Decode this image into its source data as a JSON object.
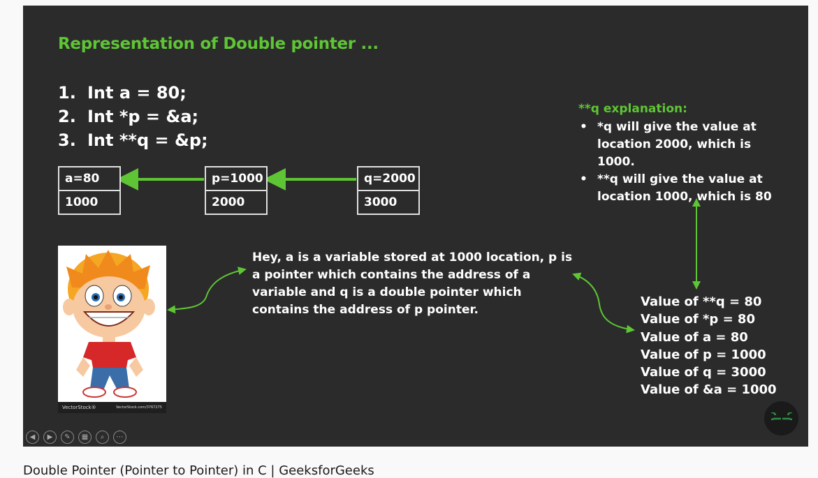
{
  "slide": {
    "title": "Representation of Double pointer ...",
    "code": [
      {
        "num": "1.",
        "text": "Int a = 80;"
      },
      {
        "num": "2.",
        "text": "Int *p = &a;"
      },
      {
        "num": "3.",
        "text": "Int **q = &p;"
      }
    ],
    "boxes": {
      "a": {
        "value": "a=80",
        "address": "1000"
      },
      "p": {
        "value": "p=1000",
        "address": "2000"
      },
      "q": {
        "value": "q=2000",
        "address": "3000"
      }
    },
    "explanation": {
      "heading": "**q explanation:",
      "bullets": [
        "*q will give the value at location 2000, which is 1000.",
        "**q will give the value at location 1000, which is 80"
      ]
    },
    "speech": "Hey, a is a variable stored at 1000 location, p is a pointer which contains the address of a variable and q is a double pointer which contains the address of p pointer.",
    "values": [
      "Value of **q = 80",
      "Value of *p = 80",
      "Value of a = 80",
      "Value of p = 1000",
      "Value of q = 3000",
      "Value of &a = 1000"
    ],
    "image_credit": {
      "brand": "VectorStock®",
      "url": "VectorStock.com/3767275"
    }
  },
  "controls": [
    {
      "icon": "previous-slide-icon",
      "glyph": "◀"
    },
    {
      "icon": "next-slide-icon",
      "glyph": "▶"
    },
    {
      "icon": "pen-icon",
      "glyph": "✎"
    },
    {
      "icon": "slides-grid-icon",
      "glyph": "▦"
    },
    {
      "icon": "zoom-icon",
      "glyph": "⌕"
    },
    {
      "icon": "more-options-icon",
      "glyph": "⋯"
    }
  ],
  "caption": "Double Pointer (Pointer to Pointer) in C | GeeksforGeeks",
  "colors": {
    "accent_green": "#5ec634",
    "slide_background": "#2b2b2b"
  }
}
